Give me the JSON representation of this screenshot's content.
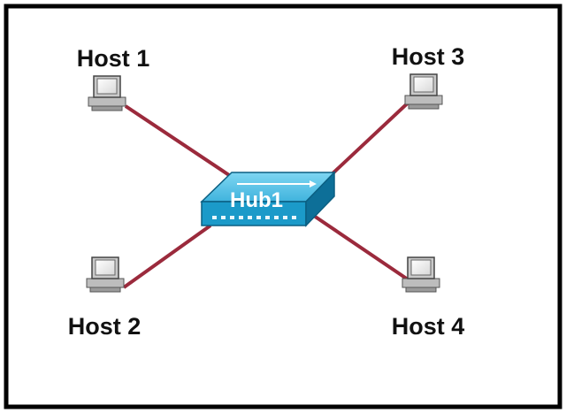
{
  "diagram": {
    "hub": {
      "label": "Hub1"
    },
    "hosts": [
      {
        "label": "Host 1"
      },
      {
        "label": "Host 2"
      },
      {
        "label": "Host 3"
      },
      {
        "label": "Host 4"
      }
    ],
    "colors": {
      "border": "#000000",
      "cable": "#9b2a3c",
      "hub_top": "#5cc4e6",
      "hub_front": "#1b9ac9",
      "hub_side": "#0d6f98",
      "computer": "#c9c9c9"
    }
  }
}
